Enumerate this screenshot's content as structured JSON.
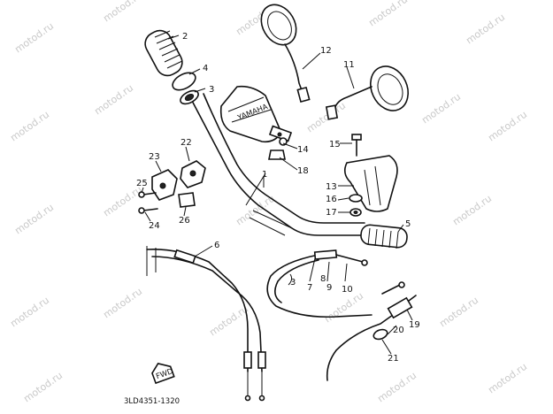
{
  "watermark": "motod.ru",
  "diagram_code": "3LD4351-1320",
  "front_badge": "FWD",
  "brand_mark": "YAMAHA",
  "callouts": {
    "c1": "1",
    "c2": "2",
    "c3a": "3",
    "c3b": "3",
    "c4": "4",
    "c5": "5",
    "c6": "6",
    "c7": "7",
    "c8": "8",
    "c9": "9",
    "c10": "10",
    "c11": "11",
    "c12": "12",
    "c13": "13",
    "c14": "14",
    "c15": "15",
    "c16": "16",
    "c17": "17",
    "c18": "18",
    "c19": "19",
    "c20": "20",
    "c21": "21",
    "c22": "22",
    "c23": "23",
    "c24": "24",
    "c25": "25",
    "c26": "26"
  }
}
